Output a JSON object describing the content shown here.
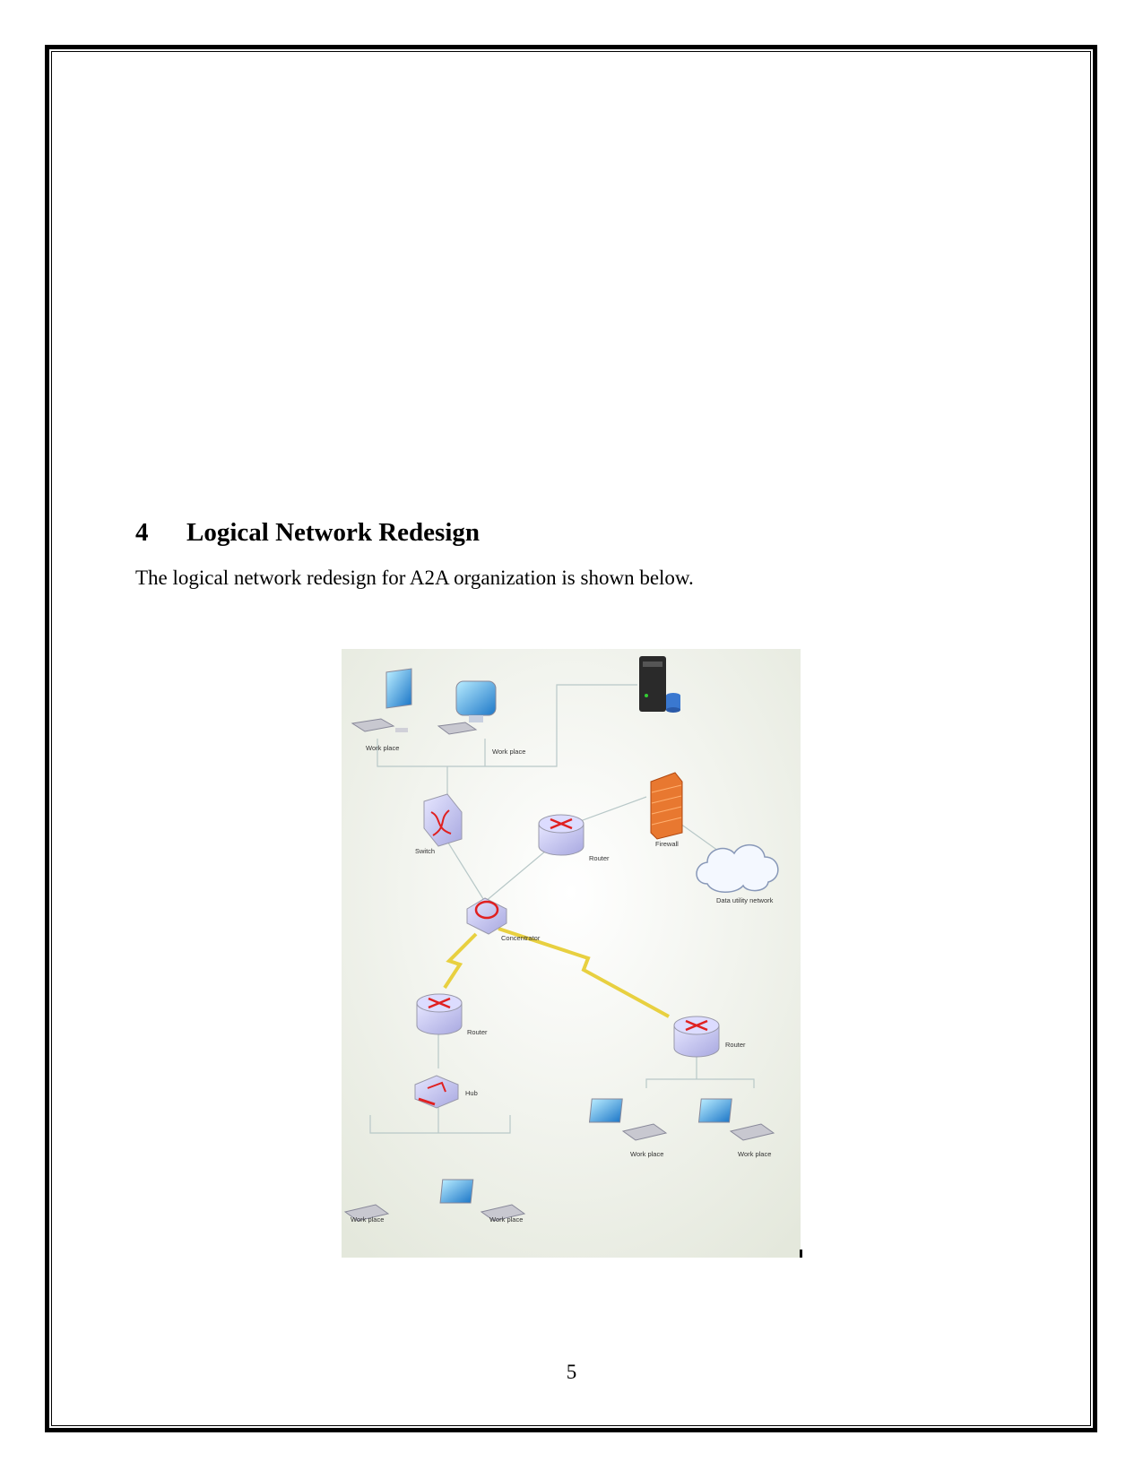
{
  "section": {
    "number": "4",
    "title": "Logical Network Redesign",
    "intro": "The logical network redesign for A2A organization is shown below."
  },
  "diagram": {
    "labels": {
      "workplace_1": "Work place",
      "workplace_2": "Work place",
      "switch": "Switch",
      "router_top": "Router",
      "firewall": "Firewall",
      "cloud": "Data utility network",
      "concentrator": "Concentrator",
      "router_left": "Router",
      "router_right": "Router",
      "hub": "Hub",
      "workplace_3": "Work place",
      "workplace_4": "Work place",
      "workplace_5": "Work place",
      "workplace_6": "Work place"
    },
    "colors": {
      "device": "#c8c8f0",
      "device_mark": "#e02020",
      "link": "#b8c8c8",
      "wan": "#e8d040",
      "firewall": "#e87830"
    }
  },
  "footer": {
    "page_number": "5"
  }
}
